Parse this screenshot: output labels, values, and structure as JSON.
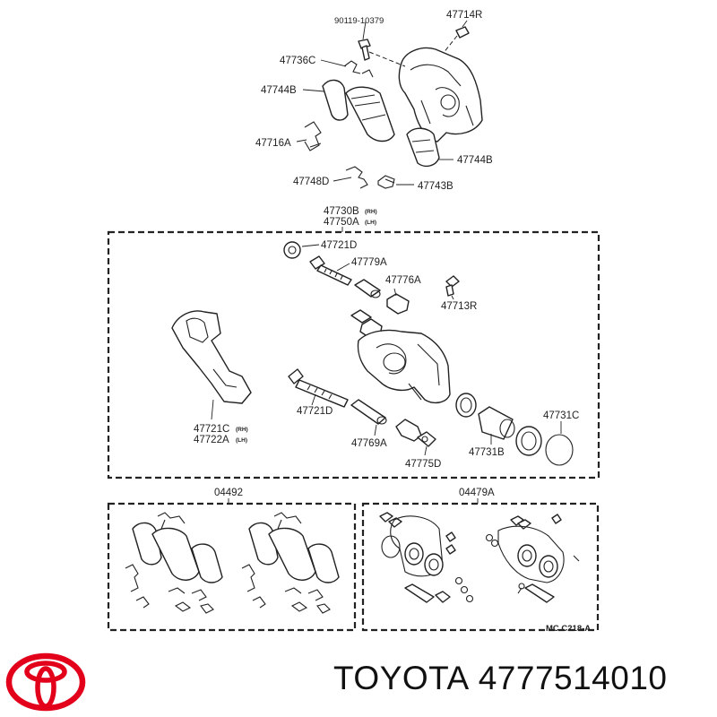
{
  "top_labels": {
    "bolt": "90119-10379",
    "bleeder_top": "47714R",
    "clip_736c": "47736C",
    "pad_744b_left": "47744B",
    "shim_716a": "47716A",
    "pad_744b_right": "47744B",
    "clip_748d": "47748D",
    "clip_743b": "47743B"
  },
  "assembly_heading": {
    "line1": "47730B",
    "line1_side": "(RH)",
    "line2": "47750A",
    "line2_side": "(LH)"
  },
  "middle_labels": {
    "boot_721d_top": "47721D",
    "pin_779a": "47779A",
    "boot_776a": "47776A",
    "bleeder_713r": "47713R",
    "bracket_rh": "47721C",
    "bracket_rh_side": "(RH)",
    "bracket_lh": "47722A",
    "bracket_lh_side": "(LH)",
    "pin_721d": "47721D",
    "bushing_769a": "47769A",
    "boot_775d": "47775D",
    "piston_731b": "47731B",
    "ring_731c": "47731C"
  },
  "kit_labels": {
    "pad_kit": "04492",
    "seal_kit": "04479A",
    "ref_code": "MC C218-A"
  },
  "footer": {
    "brand": "TOYOTA",
    "part_number": "4777514010"
  },
  "colors": {
    "logo_red": "#e3001b",
    "line": "#222222"
  }
}
